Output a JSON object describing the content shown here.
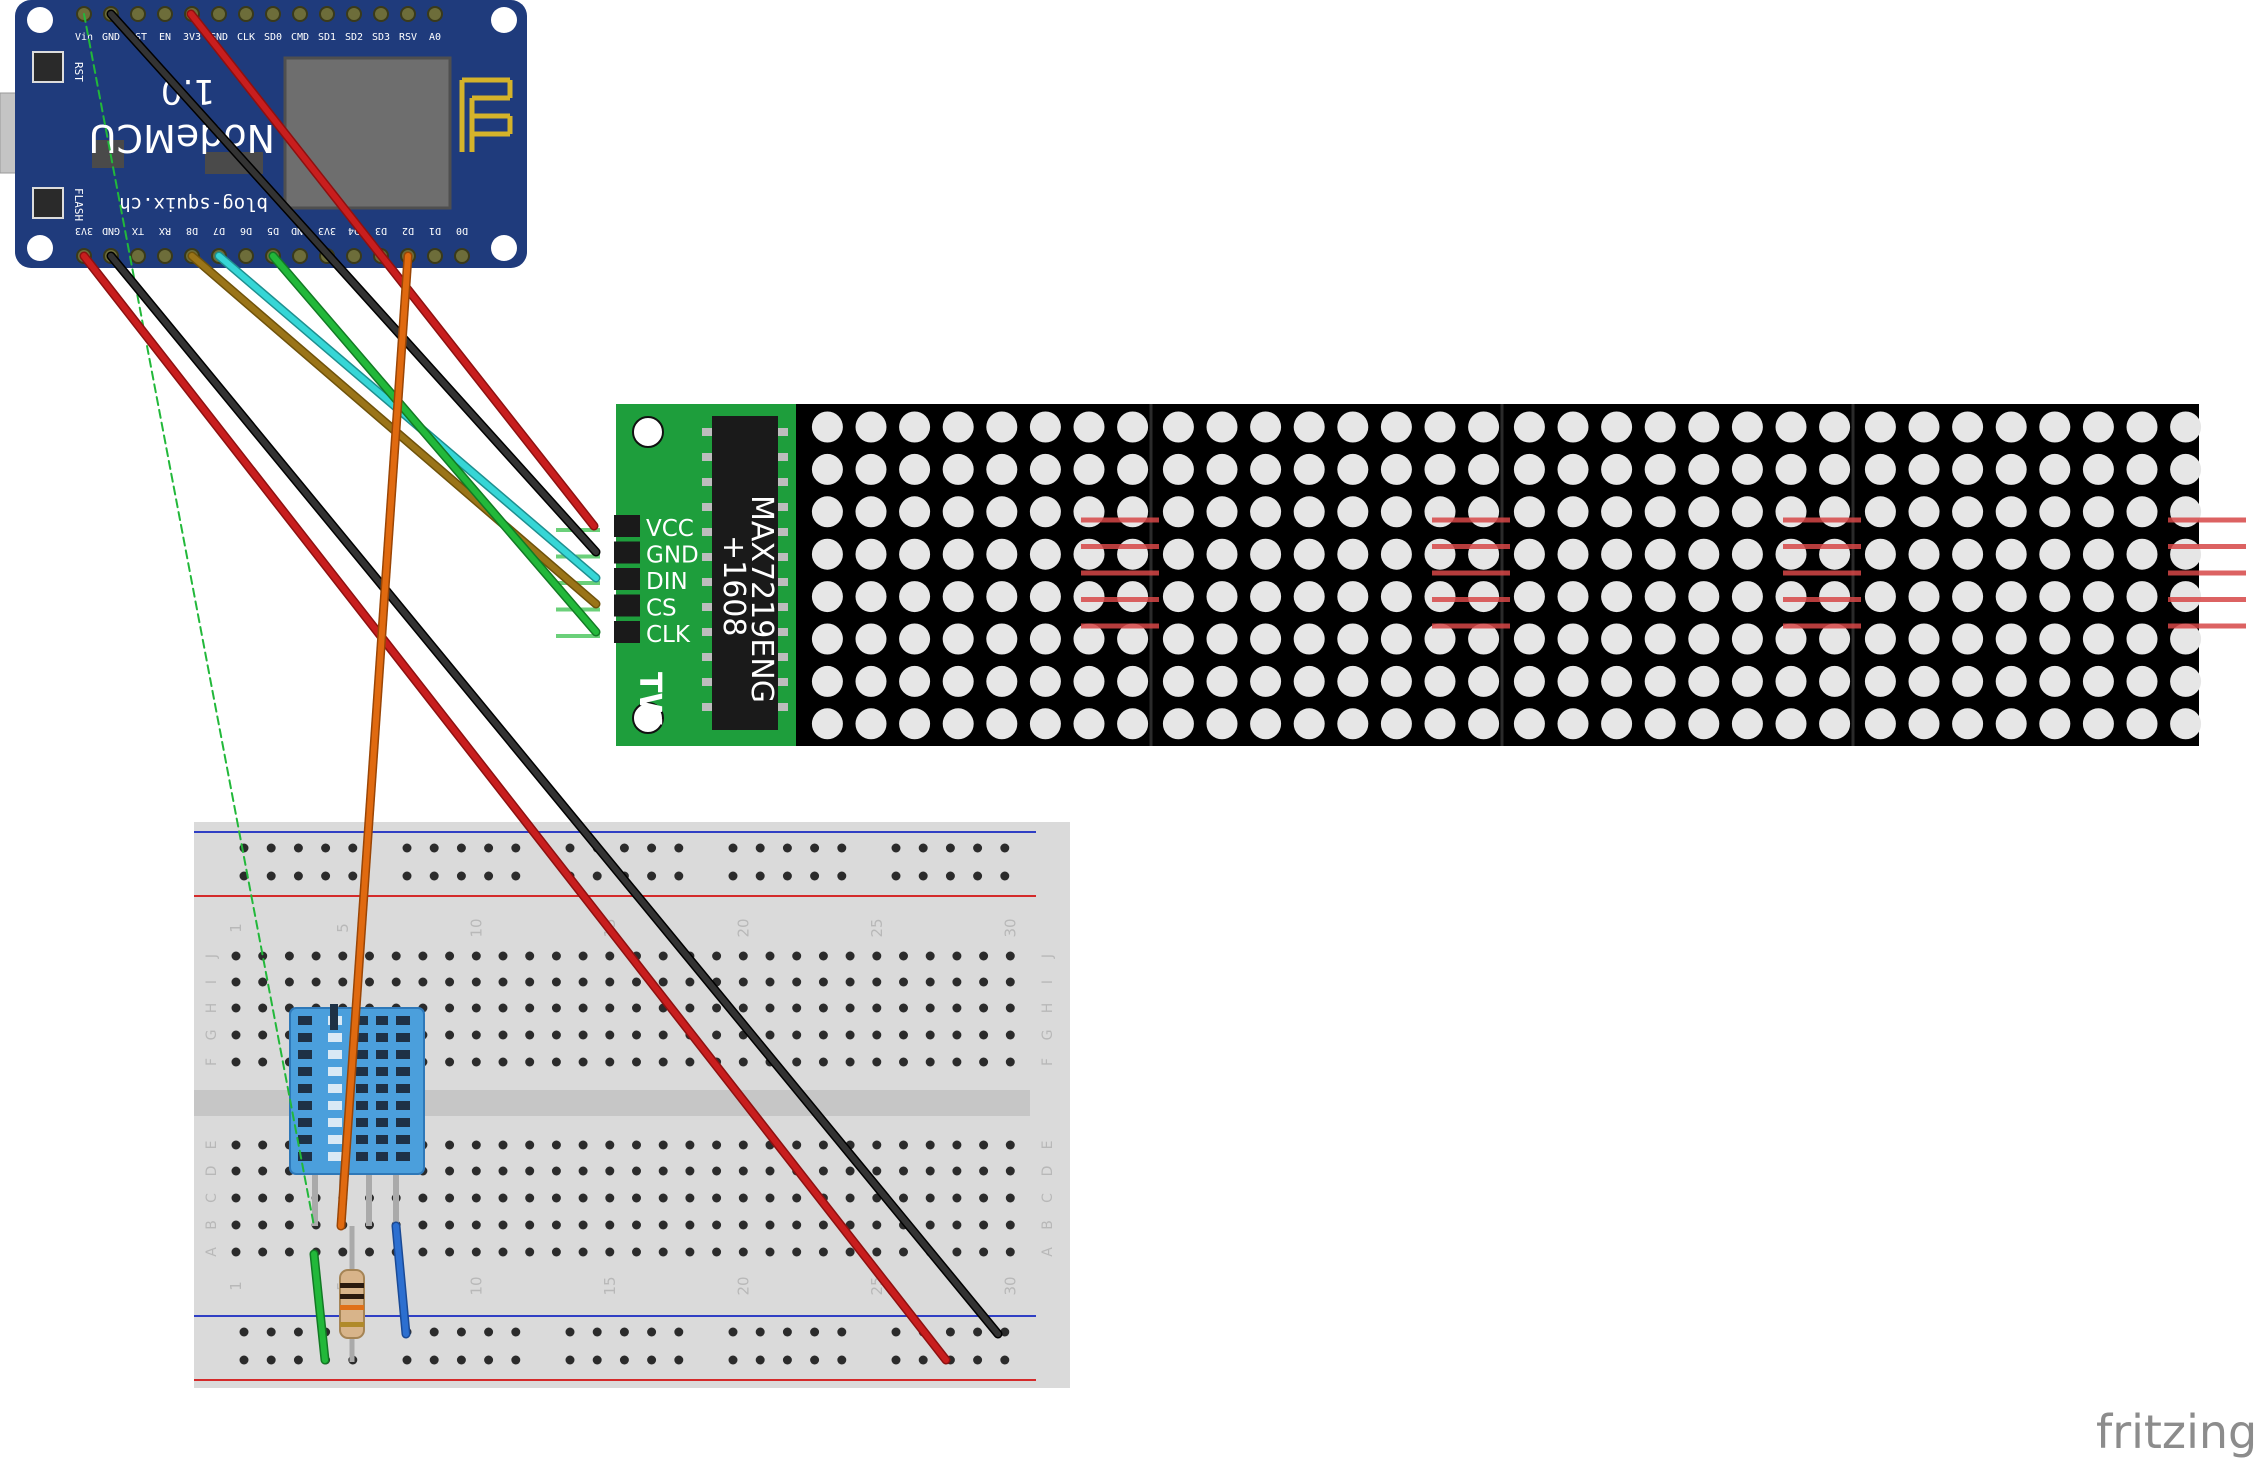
{
  "nodemcu": {
    "title": "NodeMCU",
    "version": "1.0",
    "site": "blog-squix.ch",
    "btn_rst": "RST",
    "btn_flash": "FLASH",
    "top_pins": [
      "Vin",
      "GND",
      "RST",
      "EN",
      "3V3",
      "GND",
      "CLK",
      "SD0",
      "CMD",
      "SD1",
      "SD2",
      "SD3",
      "RSV",
      "A0"
    ],
    "bottom_pins": [
      "3V3",
      "GND",
      "TX",
      "RX",
      "D8",
      "D7",
      "D6",
      "D5",
      "GND",
      "3V3",
      "D4",
      "D3",
      "D2",
      "D1",
      "D0"
    ]
  },
  "max7219": {
    "chip": "MAX7219ENG",
    "code": "+1608",
    "logo": "TW",
    "pins": [
      "VCC",
      "GND",
      "DIN",
      "CS",
      "CLK"
    ],
    "modules": 4,
    "rows": 8,
    "cols_per_module": 8
  },
  "breadboard": {
    "col_numbers": [
      "1",
      "5",
      "10",
      "15",
      "20",
      "25",
      "30"
    ],
    "row_letters_top": [
      "J",
      "I",
      "H",
      "G",
      "F"
    ],
    "row_letters_bottom": [
      "E",
      "D",
      "C",
      "B",
      "A"
    ]
  },
  "watermark": "fritzing",
  "colors": {
    "nodemcu_board": "#1f3b7c",
    "matrix_pcb": "#1e9e3c",
    "matrix_bg": "#000000",
    "breadboard": "#dadada",
    "sensor": "#4b9fdc",
    "wire_red": "#c81e1e",
    "wire_black": "#262626",
    "wire_orange": "#e06a10",
    "wire_cyan": "#36d6d6",
    "wire_green": "#22b83a",
    "wire_olive": "#9a7418",
    "wire_blue": "#2c6fd0"
  }
}
